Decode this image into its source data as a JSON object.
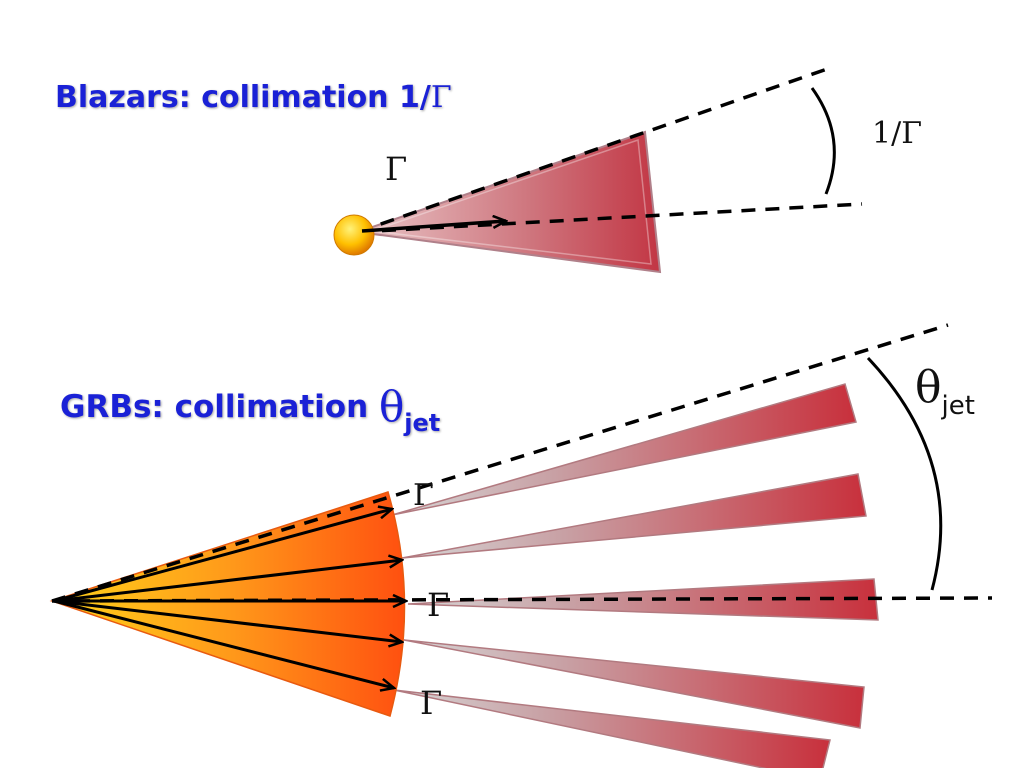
{
  "blazar": {
    "title_text": "Blazars: collimation 1/",
    "title_symbol": "Γ",
    "lorentz_label": "Γ",
    "angle_label": "1/Γ"
  },
  "grb": {
    "title_text": "GRBs: collimation ",
    "title_symbol": "θ",
    "title_subscript": "jet",
    "lorentz_labels": [
      "Γ",
      "Γ",
      "Γ"
    ],
    "angle_symbol": "θ",
    "angle_subscript": "jet"
  },
  "colors": {
    "title_blue": "#1a21d6",
    "cone_red": "#c0303a",
    "fireball_orange": "#ff5a14",
    "fireball_yellow": "#ffd21a",
    "source_sphere": "#ffb400"
  }
}
